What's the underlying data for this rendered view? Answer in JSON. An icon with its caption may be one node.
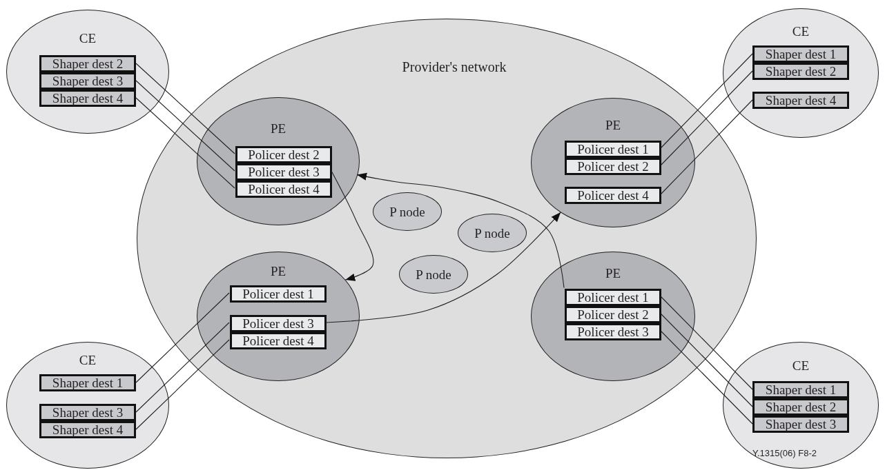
{
  "diagram": {
    "nodes": [
      {
        "text": [
          "CE"
        ]
      },
      {
        "text": [
          "Shaper dest 2"
        ],
        "in": 0
      },
      {
        "text": [
          "Shaper dest 3"
        ],
        "in": 0
      },
      {
        "text": [
          "Shaper dest 4"
        ],
        "in": 0
      },
      {
        "text": [
          "Provider's network"
        ]
      },
      {
        "text": [
          "PE"
        ],
        "in": 4
      },
      {
        "text": [
          "Policer dest 2"
        ],
        "in": 5
      },
      {
        "text": [
          "Policer dest 3"
        ],
        "in": 5
      },
      {
        "text": [
          "Policer dest 4"
        ],
        "in": 5
      },
      {
        "text": [
          "CE"
        ]
      },
      {
        "text": [
          "Shaper dest 1"
        ],
        "in": 9
      },
      {
        "text": [
          "Shaper dest 2"
        ],
        "in": 9
      },
      {
        "text": [
          "Shaper dest 4"
        ],
        "in": 9
      },
      {
        "text": [
          "PE"
        ],
        "in": 4
      },
      {
        "text": [
          "Policer dest 1"
        ],
        "in": 13
      },
      {
        "text": [
          "Policer dest 2"
        ],
        "in": 13
      },
      {
        "text": [
          "Policer dest 4"
        ],
        "in": 13
      },
      {
        "text": [
          "P node"
        ],
        "in": 4
      },
      {
        "text": [
          "P node"
        ],
        "in": 4
      },
      {
        "text": [
          "P node"
        ],
        "in": 4
      },
      {
        "text": [
          "PE"
        ],
        "in": 4
      },
      {
        "text": [
          "Policer dest 1"
        ],
        "in": 20
      },
      {
        "text": [
          "Policer dest 3"
        ],
        "in": 20
      },
      {
        "text": [
          "Policer dest 4"
        ],
        "in": 20
      },
      {
        "text": [
          "PE"
        ],
        "in": 4
      },
      {
        "text": [
          "Policer dest 1"
        ],
        "in": 24
      },
      {
        "text": [
          "Policer dest 2"
        ],
        "in": 24
      },
      {
        "text": [
          "Policer dest 3"
        ],
        "in": 24
      },
      {
        "text": [
          "CE"
        ]
      },
      {
        "text": [
          "Shaper dest 1"
        ],
        "in": 28
      },
      {
        "text": [
          "Shaper dest 3"
        ],
        "in": 28
      },
      {
        "text": [
          "Shaper dest 4"
        ],
        "in": 28
      },
      {
        "text": [
          "CE"
        ]
      },
      {
        "text": [
          "Shaper dest 1"
        ],
        "in": 32
      },
      {
        "text": [
          "Shaper dest 2"
        ],
        "in": 32
      },
      {
        "text": [
          "Shaper dest 3"
        ],
        "in": 32
      }
    ],
    "edges": [
      {
        "from": 1,
        "to": 6,
        "arrow": "none"
      },
      {
        "from": 2,
        "to": 7,
        "arrow": "none"
      },
      {
        "from": 3,
        "to": 8,
        "arrow": "none"
      },
      {
        "from": 10,
        "to": 14,
        "arrow": "none"
      },
      {
        "from": 11,
        "to": 15,
        "arrow": "none"
      },
      {
        "from": 12,
        "to": 16,
        "arrow": "none"
      },
      {
        "from": 29,
        "to": 21,
        "arrow": "none"
      },
      {
        "from": 30,
        "to": 22,
        "arrow": "none"
      },
      {
        "from": 31,
        "to": 23,
        "arrow": "none"
      },
      {
        "from": 33,
        "to": 25,
        "arrow": "none"
      },
      {
        "from": 34,
        "to": 26,
        "arrow": "none"
      },
      {
        "from": 35,
        "to": 27,
        "arrow": "none"
      },
      {
        "from": 7,
        "to": 20,
        "arrow": "to"
      },
      {
        "from": 22,
        "to": 13,
        "arrow": "to"
      },
      {
        "from": 25,
        "to": 5,
        "arrow": "to"
      }
    ],
    "labels": [
      "Y.1315(06) F8-2"
    ]
  }
}
